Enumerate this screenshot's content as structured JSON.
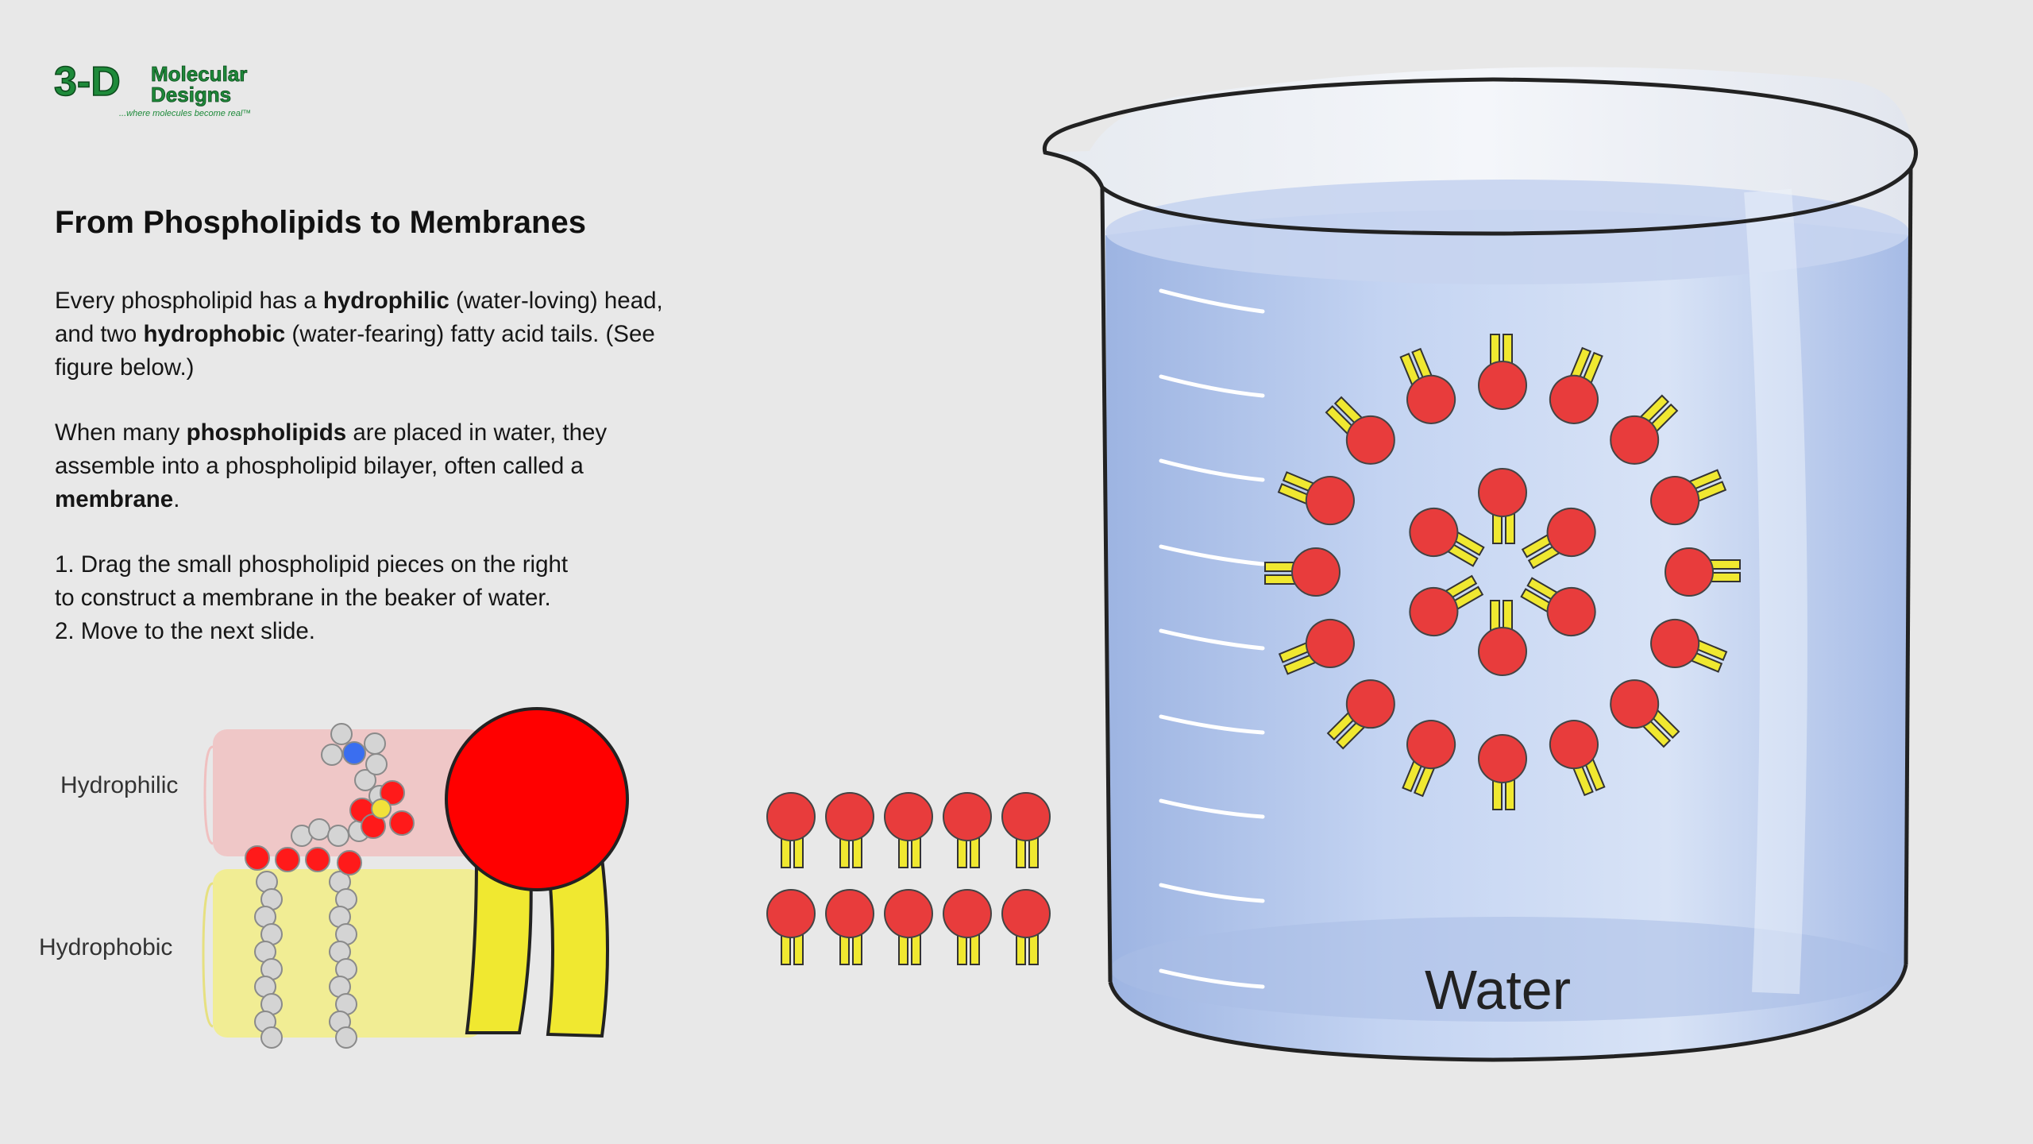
{
  "logo": {
    "brand_line1": "Molecular",
    "brand_line2": "Designs",
    "monogram": "3-D",
    "tagline": "...where molecules become real™",
    "color": "#1e8a3a"
  },
  "slide": {
    "title": "From Phospholipids to Membranes",
    "p1": {
      "t1": "Every phospholipid has a ",
      "b1": "hydrophilic",
      "t2": " (water-loving) head, and two ",
      "b2": "hydrophobic",
      "t3": " (water-fearing) fatty acid tails. (See figure below.)"
    },
    "p2": {
      "t1": "When many ",
      "b1": "phospholipids",
      "t2": " are placed in water, they assemble into a phospholipid bilayer, often called a ",
      "b2": "membrane",
      "t3": "."
    },
    "instructions": [
      "1. Drag the small phospholipid pieces on the right",
      "to construct a membrane in the beaker of water.",
      "2. Move to the next slide."
    ]
  },
  "figure": {
    "label_hydrophilic": "Hydrophilic",
    "label_hydrophobic": "Hydrophobic",
    "colors": {
      "head": "#ff0000",
      "tail": "#f0e830",
      "hydrophilic_band": "#f0c8c8",
      "hydrophobic_band": "#f0ec90"
    }
  },
  "beaker": {
    "label": "Water",
    "water_color": "#b4c8ec"
  },
  "pieces": {
    "rows": 2,
    "per_row": 5,
    "head_color": "#e83c3c",
    "tail_color": "#f0e830"
  }
}
